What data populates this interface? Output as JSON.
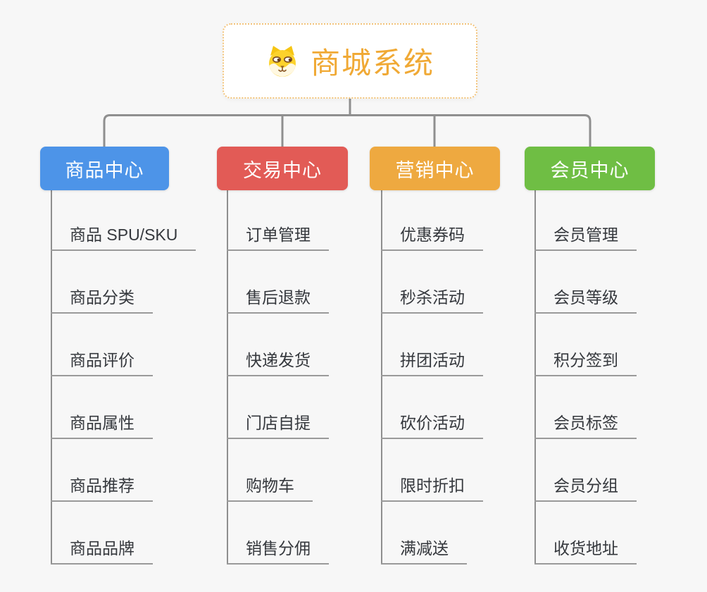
{
  "canvas": {
    "background": "#f7f7f7",
    "connector_color": "#8f8f8f",
    "underline_color": "#9a9a9a",
    "item_text_color": "#35383d"
  },
  "root": {
    "title": "商城系统",
    "icon": "dog-face-icon",
    "title_color": "#f0a935",
    "border_color": "#f2c37a",
    "background": "#ffffff"
  },
  "branches": [
    {
      "label": "商品中心",
      "color": "#4d94e8",
      "items": [
        "商品 SPU/SKU",
        "商品分类",
        "商品评价",
        "商品属性",
        "商品推荐",
        "商品品牌"
      ]
    },
    {
      "label": "交易中心",
      "color": "#e25b56",
      "items": [
        "订单管理",
        "售后退款",
        "快递发货",
        "门店自提",
        "购物车",
        "销售分佣"
      ]
    },
    {
      "label": "营销中心",
      "color": "#eea940",
      "items": [
        "优惠券码",
        "秒杀活动",
        "拼团活动",
        "砍价活动",
        "限时折扣",
        "满减送"
      ]
    },
    {
      "label": "会员中心",
      "color": "#6fbe44",
      "items": [
        "会员管理",
        "会员等级",
        "积分签到",
        "会员标签",
        "会员分组",
        "收货地址"
      ]
    }
  ]
}
